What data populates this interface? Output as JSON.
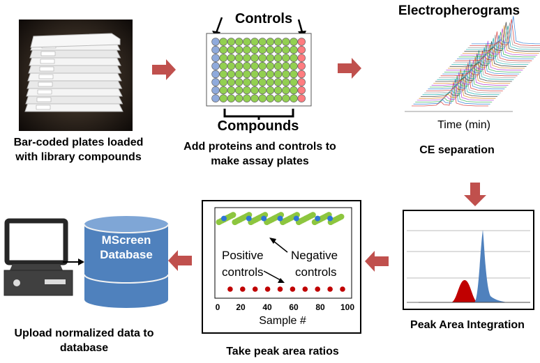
{
  "workflow": {
    "step1": {
      "caption": "Bar-coded plates loaded with library compounds"
    },
    "step2": {
      "label_top": "Controls",
      "label_bottom": "Compounds",
      "caption": "Add proteins and controls to make assay plates"
    },
    "step3": {
      "title": "Electropherograms",
      "axis_label": "Time (min)",
      "caption": "CE separation"
    },
    "step4": {
      "caption": "Peak Area Integration"
    },
    "step5": {
      "caption": "Take peak area ratios",
      "positive_label_1": "Positive",
      "positive_label_2": "controls",
      "negative_label_1": "Negative",
      "negative_label_2": "controls",
      "x_axis_label": "Sample #",
      "x_ticks": [
        "0",
        "20",
        "40",
        "60",
        "80",
        "100"
      ]
    },
    "step6": {
      "db_label_1": "MScreen",
      "db_label_2": "Database",
      "caption": "Upload normalized data to database"
    }
  },
  "colors": {
    "arrow": "#c0504d",
    "plate_compound": "#92d050",
    "plate_blue": "#8faadc",
    "plate_red": "#ff7c80",
    "database": "#4f81bd",
    "peak_red": "#c00000",
    "peak_blue": "#4f81bd",
    "scatter_green": "#8dc63f",
    "scatter_blue": "#2e75d6",
    "scatter_red": "#c00000"
  },
  "chart_data": {
    "type": "scatter",
    "xlabel": "Sample #",
    "xlim": [
      0,
      100
    ],
    "series": [
      {
        "name": "Negative controls",
        "x": [
          5,
          25,
          37,
          50,
          63,
          80,
          90
        ],
        "y": [
          0.88,
          0.88,
          0.88,
          0.88,
          0.88,
          0.88,
          0.88
        ]
      },
      {
        "name": "Positive controls",
        "x": [
          10,
          20,
          30,
          40,
          50,
          60,
          70,
          80,
          90,
          100
        ],
        "y": [
          0.1,
          0.1,
          0.1,
          0.1,
          0.1,
          0.1,
          0.1,
          0.1,
          0.1,
          0.1
        ]
      }
    ]
  }
}
